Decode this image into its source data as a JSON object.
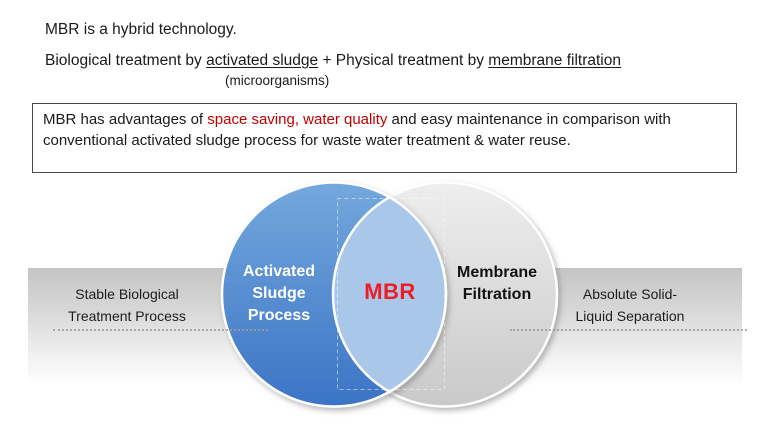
{
  "header": {
    "line1": "MBR is a hybrid technology.",
    "line2": {
      "part1": "Biological treatment by ",
      "underline1": "activated sludge",
      "part2": " + Physical treatment by ",
      "underline2": "membrane filtration"
    },
    "annotation": "(microorganisms)"
  },
  "advantages_box": {
    "part1": "MBR has advantages of ",
    "highlight": "space saving, water quality",
    "part2": " and easy maintenance in comparison with conventional activated sludge process for waste water treatment & water reuse.",
    "highlight_color": "#c00000",
    "border_color": "#484848"
  },
  "venn": {
    "left_circle_label": [
      "Activated",
      "Sludge",
      "Process"
    ],
    "overlap_label": "MBR",
    "right_circle_label": [
      "Membrane",
      "Filtration"
    ],
    "left_caption": [
      "Stable Biological",
      "Treatment Process"
    ],
    "right_caption": [
      "Absolute Solid-",
      "Liquid Separation"
    ],
    "colors": {
      "left_top": "#74a8dd",
      "left_bottom": "#3b74c5",
      "right_top": "#eeeeee",
      "right_bottom": "#c9c9c9",
      "overlap_fill": "#a9c7e9",
      "overlap_text": "#ee1c25"
    }
  }
}
